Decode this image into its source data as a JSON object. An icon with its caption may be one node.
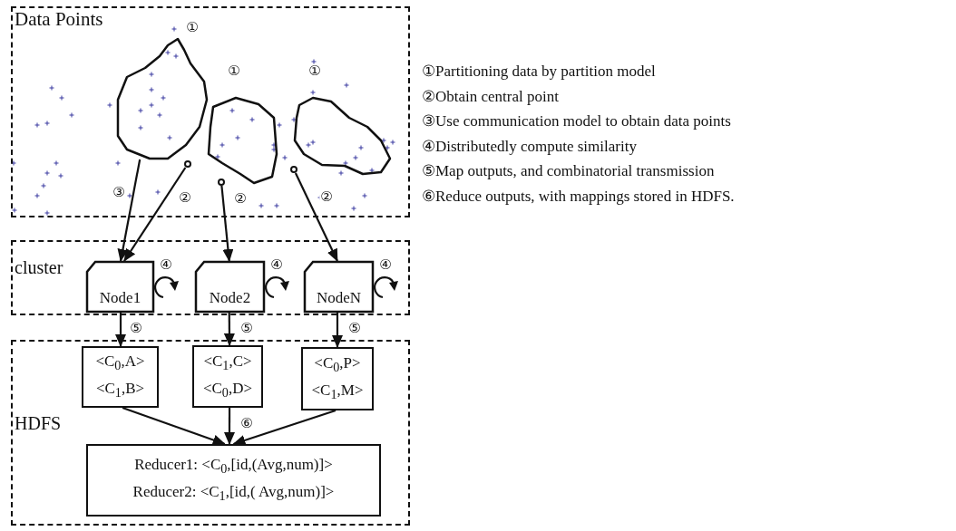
{
  "diagram": {
    "nodes": [
      {
        "text": [
          "Data Points"
        ]
      },
      {
        "text": [],
        "shape": "cloud",
        "in": 0,
        "beside": [
          "①"
        ]
      },
      {
        "text": [],
        "shape": "cloud",
        "in": 0,
        "beside": [
          "①"
        ]
      },
      {
        "text": [],
        "shape": "cloud",
        "in": 0,
        "beside": [
          "①"
        ]
      },
      {
        "text": [],
        "shape": "circle",
        "in": 0
      },
      {
        "text": [],
        "shape": "circle",
        "in": 0
      },
      {
        "text": [],
        "shape": "circle",
        "in": 0
      },
      {
        "text": [
          "cluster"
        ]
      },
      {
        "text": [
          "Node1"
        ],
        "in": 7,
        "beside": [
          "④"
        ]
      },
      {
        "text": [
          "Node2"
        ],
        "in": 7,
        "beside": [
          "④"
        ]
      },
      {
        "text": [
          "NodeN"
        ],
        "in": 7,
        "beside": [
          "④"
        ]
      },
      {
        "text": [
          "HDFS"
        ]
      },
      {
        "text": [
          "<C$_{0}$,A>",
          "<C$_{1}$,B>"
        ],
        "in": 11
      },
      {
        "text": [
          "<C$_{1}$,C>",
          "<C$_{0}$,D>"
        ],
        "in": 11
      },
      {
        "text": [
          "<C$_{0}$,P>",
          "<C$_{1}$,M>"
        ],
        "in": 11
      },
      {
        "text": [
          "Reducer1: <C$_{0}$,[id,(Avg,num)]>",
          "Reducer2: <C$_{1}$,[id,( Avg,num)]>"
        ],
        "in": 11
      }
    ],
    "edges": [
      {
        "from": 1,
        "to": 8,
        "arrow": "to",
        "label": "③"
      },
      {
        "from": 4,
        "to": 8,
        "arrow": "to",
        "label": "②"
      },
      {
        "from": 5,
        "to": 9,
        "arrow": "to",
        "label": "②"
      },
      {
        "from": 6,
        "to": 10,
        "arrow": "to",
        "label": "②"
      },
      {
        "from": 8,
        "to": 12,
        "arrow": "to",
        "label": "⑤"
      },
      {
        "from": 9,
        "to": 13,
        "arrow": "to",
        "label": "⑤"
      },
      {
        "from": 10,
        "to": 14,
        "arrow": "to",
        "label": "⑤"
      },
      {
        "from": 12,
        "to": 15,
        "arrow": "to"
      },
      {
        "from": 13,
        "to": 15,
        "arrow": "to",
        "label": "⑥"
      },
      {
        "from": 14,
        "to": 15,
        "arrow": "to"
      }
    ],
    "labels": [
      "①Partitioning data by partition model",
      "②Obtain central point",
      "③Use communication model to obtain data points",
      "④Distributedly compute similarity",
      "⑤Map outputs, and combinatorial transmission",
      "⑥Reduce outputs, with mappings stored in HDFS."
    ]
  }
}
